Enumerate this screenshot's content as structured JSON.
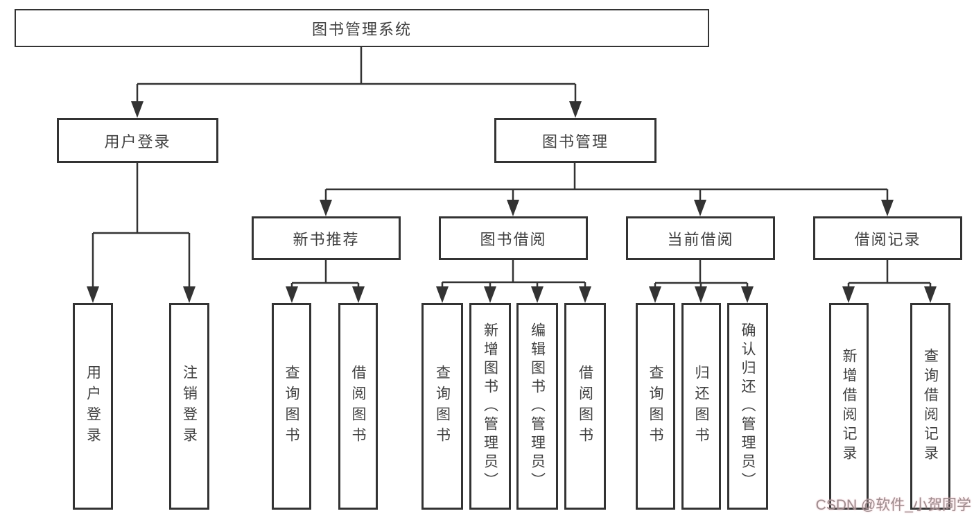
{
  "diagram": {
    "root": {
      "label": "图书管理系统"
    },
    "branches": [
      {
        "label": "用户登录",
        "leaves": [
          {
            "label": "用户登录"
          },
          {
            "label": "注销登录"
          }
        ]
      },
      {
        "label": "图书管理",
        "groups": [
          {
            "label": "新书推荐",
            "leaves": [
              {
                "label": "查询图书"
              },
              {
                "label": "借阅图书"
              }
            ]
          },
          {
            "label": "图书借阅",
            "leaves": [
              {
                "label": "查询图书"
              },
              {
                "label": "新增图书（管理员）"
              },
              {
                "label": "编辑图书（管理员）"
              },
              {
                "label": "借阅图书"
              }
            ]
          },
          {
            "label": "当前借阅",
            "leaves": [
              {
                "label": "查询图书"
              },
              {
                "label": "归还图书"
              },
              {
                "label": "确认归还（管理员）"
              }
            ]
          },
          {
            "label": "借阅记录",
            "leaves": [
              {
                "label": "新增借阅记录"
              },
              {
                "label": "查询借阅记录"
              }
            ]
          }
        ]
      }
    ]
  },
  "watermark": {
    "text": "CSDN @软件_小贺同学"
  },
  "colors": {
    "line": "#333333",
    "box_border": "#333333",
    "text": "#404040",
    "background": "#ffffff",
    "watermark": "#9c8d8f"
  }
}
